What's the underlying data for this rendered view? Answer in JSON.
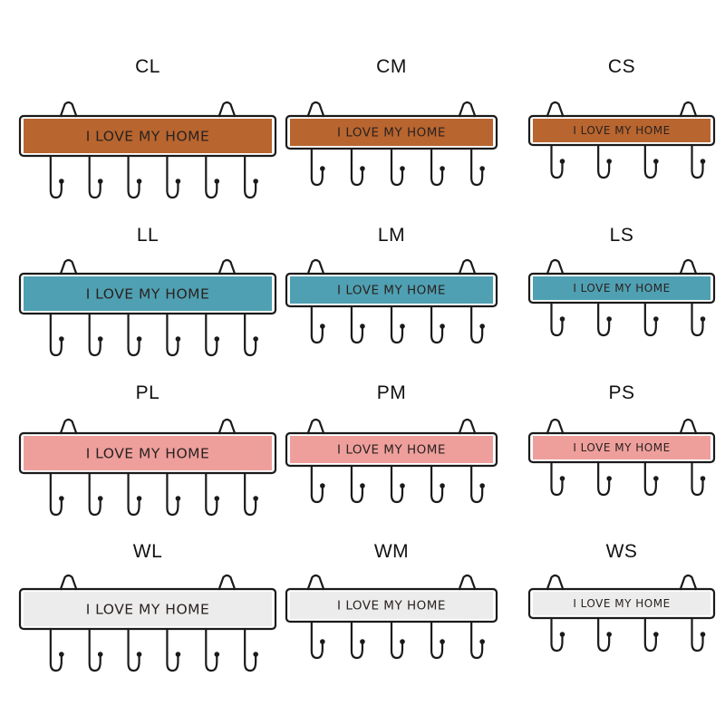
{
  "board_text": "I LOVE MY HOME",
  "colors": {
    "brown": "#b8652f",
    "teal": "#4fa0b2",
    "pink": "#ee9f9c",
    "white": "#ececec",
    "frame": "#1a1a1a",
    "text_on_board": "#2a2220"
  },
  "icon_names": [
    "rack-frame-icon",
    "hook-icon",
    "cat-ear-icon"
  ],
  "variants": [
    {
      "label": "CL",
      "color": "brown",
      "size": "L",
      "hooks": 6
    },
    {
      "label": "CM",
      "color": "brown",
      "size": "M",
      "hooks": 5
    },
    {
      "label": "CS",
      "color": "brown",
      "size": "S",
      "hooks": 4
    },
    {
      "label": "LL",
      "color": "teal",
      "size": "L",
      "hooks": 6
    },
    {
      "label": "LM",
      "color": "teal",
      "size": "M",
      "hooks": 5
    },
    {
      "label": "LS",
      "color": "teal",
      "size": "S",
      "hooks": 4
    },
    {
      "label": "PL",
      "color": "pink",
      "size": "L",
      "hooks": 6
    },
    {
      "label": "PM",
      "color": "pink",
      "size": "M",
      "hooks": 5
    },
    {
      "label": "PS",
      "color": "pink",
      "size": "S",
      "hooks": 4
    },
    {
      "label": "WL",
      "color": "white",
      "size": "L",
      "hooks": 6
    },
    {
      "label": "WM",
      "color": "white",
      "size": "M",
      "hooks": 5
    },
    {
      "label": "WS",
      "color": "white",
      "size": "S",
      "hooks": 4
    }
  ]
}
